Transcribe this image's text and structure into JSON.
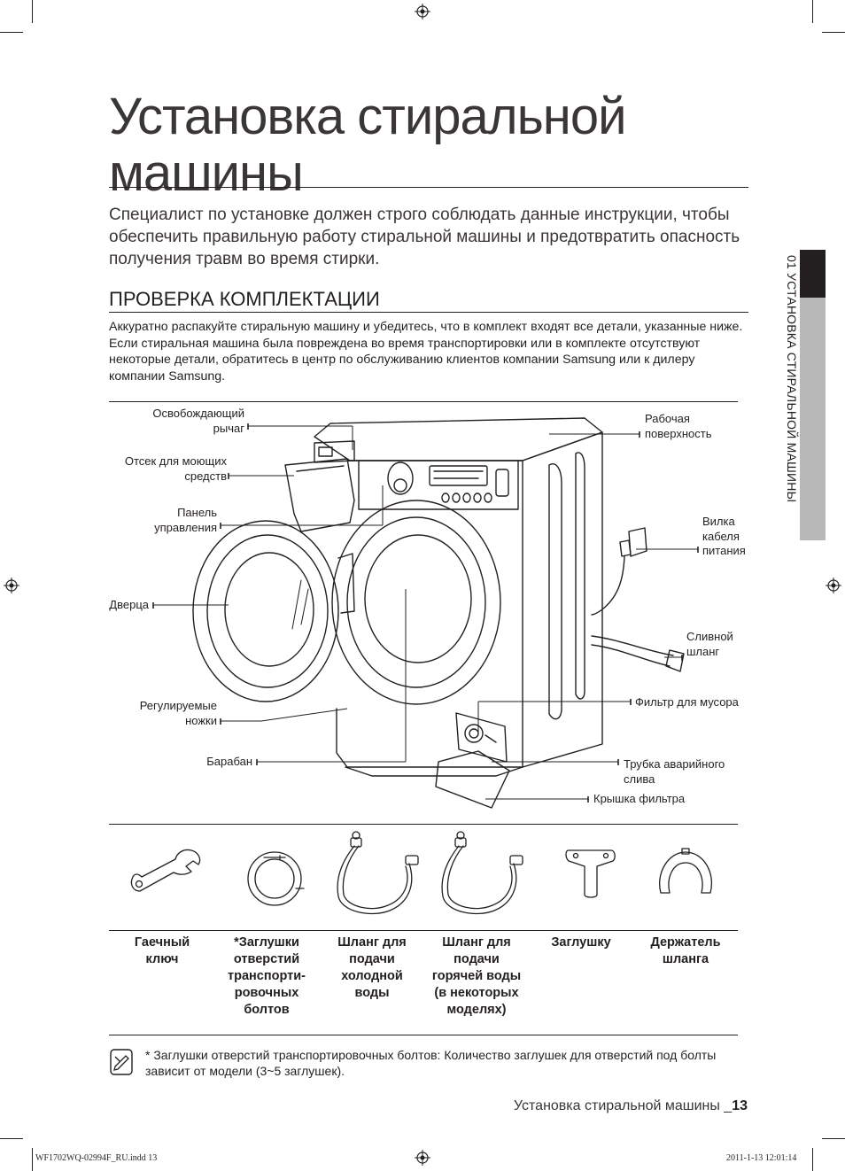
{
  "title": {
    "line1": "Установка стиральной",
    "line2": "машины"
  },
  "intro": "Специалист по установке должен строго соблюдать данные инструкции, чтобы обеспечить правильную работу стиральной машины и предотвратить опасность получения травм во время стирки.",
  "section": {
    "heading": "ПРОВЕРКА КОМПЛЕКТАЦИИ",
    "paragraph": "Аккуратно распакуйте стиральную машину и убедитесь, что в комплект входят все детали, указанные ниже. Если стиральная машина была повреждена во время транспортировки или в комплекте отсутствуют некоторые детали, обратитесь в центр по обслуживанию клиентов компании Samsung или к дилеру компании Samsung."
  },
  "side_tab": "01 УСТАНОВКА СТИРАЛЬНОЙ МАШИНЫ",
  "diagram_labels": {
    "release_lever": [
      "Освобождающий",
      "рычаг"
    ],
    "detergent": [
      "Отсек для моющих",
      "средств"
    ],
    "control_panel": [
      "Панель",
      "управления"
    ],
    "door": [
      "Дверца"
    ],
    "feet": [
      "Регулируемые",
      "ножки"
    ],
    "drum": [
      "Барабан"
    ],
    "worktop": [
      "Рабочая",
      "поверхность"
    ],
    "power_plug": [
      "Вилка",
      "кабеля",
      "питания"
    ],
    "drain_hose": [
      "Сливной",
      "шланг"
    ],
    "debris_filter": [
      "Фильтр для мусора"
    ],
    "emergency_tube": [
      "Трубка аварийного",
      "слива"
    ],
    "filter_cover": [
      "Крышка фильтра"
    ]
  },
  "accessories": [
    {
      "icon": "spanner-icon",
      "label": [
        "Гаечный",
        "ключ"
      ]
    },
    {
      "icon": "bolt-hole-cap-icon",
      "label": [
        "*Заглушки",
        "отверстий",
        "транспорти-",
        "ровочных",
        "болтов"
      ]
    },
    {
      "icon": "cold-water-hose-icon",
      "label": [
        "Шланг для",
        "подачи",
        "холодной",
        "воды"
      ]
    },
    {
      "icon": "hot-water-hose-icon",
      "label": [
        "Шланг для",
        "подачи",
        "горячей воды",
        "(в некоторых",
        "моделях)"
      ]
    },
    {
      "icon": "plug-cap-icon",
      "label": [
        "Заглушку"
      ]
    },
    {
      "icon": "hose-guide-icon",
      "label": [
        "Держатель",
        "шланга"
      ]
    }
  ],
  "note": {
    "bold": "* Заглушки отверстий транспортировочных болтов",
    "text": ": Количество заглушек для отверстий под болты зависит от модели (3~5 заглушек)."
  },
  "footer": {
    "text": "Установка стиральной машины _",
    "page": "13"
  },
  "slug": {
    "left": "WF1702WQ-02994F_RU.indd   13",
    "right": "2011-1-13   12:01:14"
  }
}
